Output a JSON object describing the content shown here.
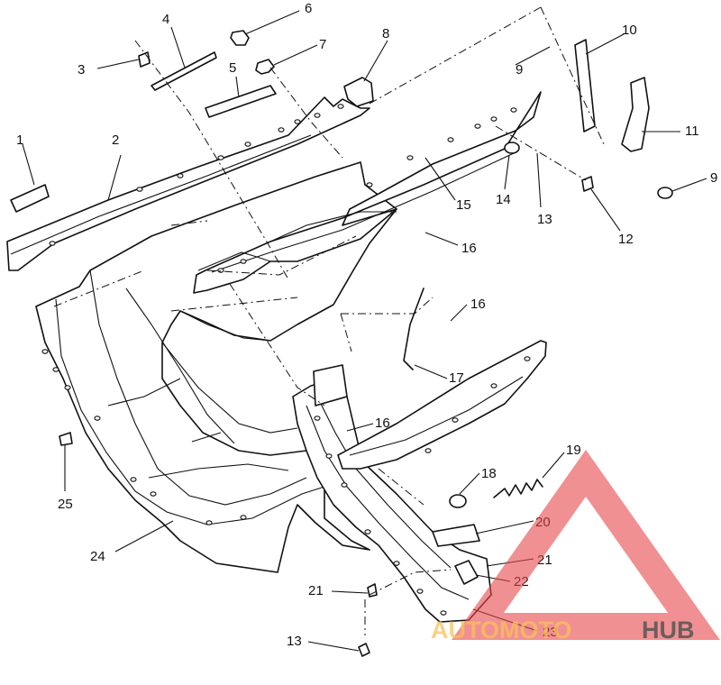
{
  "diagram": {
    "callouts": [
      "1",
      "2",
      "3",
      "4",
      "5",
      "6",
      "7",
      "8",
      "9",
      "10",
      "11",
      "9",
      "12",
      "13",
      "14",
      "15",
      "16",
      "16",
      "17",
      "16",
      "18",
      "19",
      "20",
      "21",
      "21",
      "22",
      "23",
      "13",
      "24",
      "25"
    ]
  },
  "watermark": {
    "text_auto": "AUTOMOTO",
    "text_hub": "HUB",
    "triangle_color": "#e8464a",
    "auto_color": "#f5c15a",
    "hub_color": "#555555"
  }
}
